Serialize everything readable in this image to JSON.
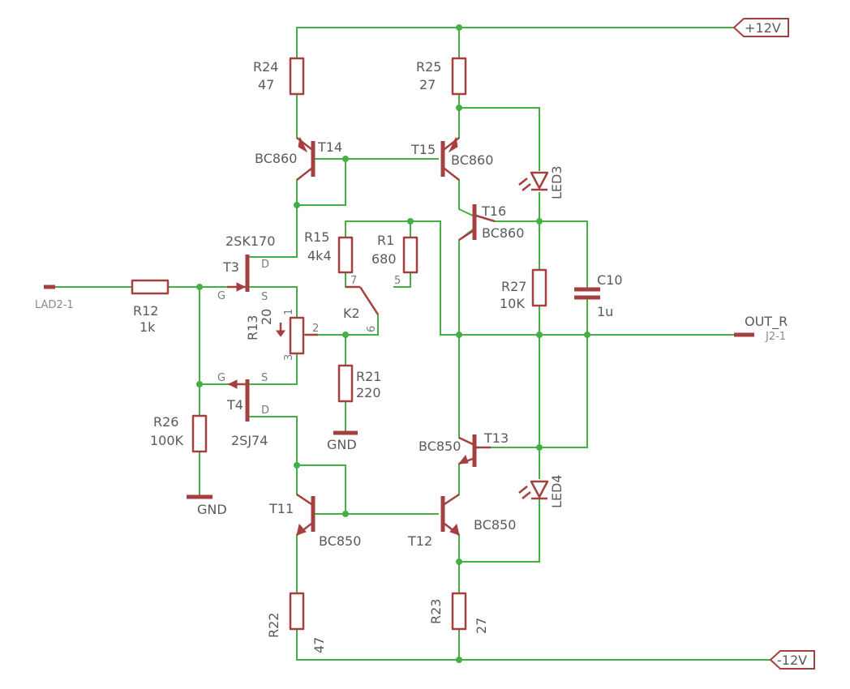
{
  "power": {
    "pos": "+12V",
    "neg": "-12V"
  },
  "nets": {
    "input": "LAD2-1",
    "output": "OUT_R",
    "output_ref": "J2-1",
    "gnd": "GND"
  },
  "resistors": {
    "r24": {
      "name": "R24",
      "value": "47"
    },
    "r25": {
      "name": "R25",
      "value": "27"
    },
    "r15": {
      "name": "R15",
      "value": "4k4"
    },
    "r1": {
      "name": "R1",
      "value": "680"
    },
    "r12": {
      "name": "R12",
      "value": "1k"
    },
    "r13": {
      "name": "R13",
      "value": "20"
    },
    "r21": {
      "name": "R21",
      "value": "220"
    },
    "r26": {
      "name": "R26",
      "value": "100K"
    },
    "r27": {
      "name": "R27",
      "value": "10K"
    },
    "r22": {
      "name": "R22",
      "value": "47"
    },
    "r23": {
      "name": "R23",
      "value": "27"
    }
  },
  "transistors": {
    "t14": {
      "name": "T14",
      "part": "BC860"
    },
    "t15": {
      "name": "T15",
      "part": "BC860"
    },
    "t16": {
      "name": "T16",
      "part": "BC860"
    },
    "t3": {
      "name": "T3",
      "part": "2SK170"
    },
    "t4": {
      "name": "T4",
      "part": "2SJ74"
    },
    "t11": {
      "name": "T11",
      "part": "BC850"
    },
    "t12": {
      "name": "T12",
      "part": "BC850"
    },
    "t13": {
      "name": "T13",
      "part": "BC850"
    }
  },
  "capacitor": {
    "name": "C10",
    "value": "1u"
  },
  "leds": {
    "led3": "LED3",
    "led4": "LED4"
  },
  "jumper": {
    "name": "K2",
    "pins": [
      "7",
      "5",
      "6"
    ]
  },
  "pins": {
    "gate": "G",
    "source": "S",
    "drain": "D",
    "pot": [
      "1",
      "2",
      "3"
    ]
  }
}
